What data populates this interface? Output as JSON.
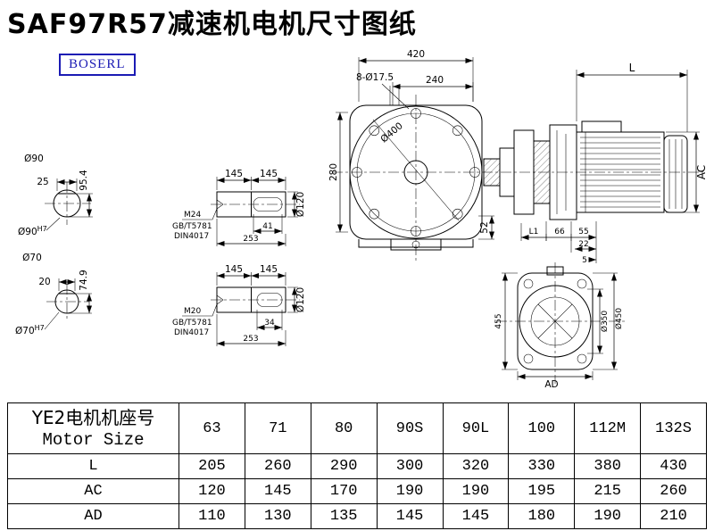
{
  "title": "SAF97R57减速机电机尺寸图纸",
  "logo": "BOSERL",
  "drawing": {
    "top_view": {
      "width": "420",
      "holes": "8-Ø17.5",
      "inner_width": "240",
      "flange_dia": "Ø400",
      "height": "280",
      "foot": "52"
    },
    "motor": {
      "length": "L",
      "height": "AC"
    },
    "coupling_dims": {
      "l1": "L1",
      "d66": "66",
      "d55": "55",
      "d22": "22",
      "d5": "5"
    },
    "shaft_end_large": {
      "dia": "Ø90",
      "key_width": "25",
      "key_height": "95.4",
      "bore": "Ø90",
      "bore_tol": "H7"
    },
    "shaft_end_small": {
      "dia": "Ø70",
      "key_width": "20",
      "key_height": "74.9",
      "bore": "Ø70",
      "bore_tol": "H7"
    },
    "shaft_large": {
      "len_a": "145",
      "len_b": "145",
      "dia": "Ø120",
      "thread": "M24",
      "std_a": "GB/T5781",
      "std_b": "DIN4017",
      "key_len": "41",
      "total_len": "253"
    },
    "shaft_small": {
      "len_a": "145",
      "len_b": "145",
      "dia": "Ø120",
      "thread": "M20",
      "std_a": "GB/T5781",
      "std_b": "DIN4017",
      "key_len": "34",
      "total_len": "253"
    },
    "flange_view": {
      "height": "455",
      "dia_inner": "Ø350",
      "dia_outer": "Ø450",
      "width": "AD"
    }
  },
  "table": {
    "header": {
      "line1": "YE2电机机座号",
      "line2": "Motor Size"
    },
    "sizes": [
      "63",
      "71",
      "80",
      "90S",
      "90L",
      "100",
      "112M",
      "132S"
    ],
    "rows": [
      {
        "label": "L",
        "values": [
          "205",
          "260",
          "290",
          "300",
          "320",
          "330",
          "380",
          "430"
        ]
      },
      {
        "label": "AC",
        "values": [
          "120",
          "145",
          "170",
          "190",
          "190",
          "195",
          "215",
          "260"
        ]
      },
      {
        "label": "AD",
        "values": [
          "110",
          "130",
          "135",
          "145",
          "145",
          "180",
          "190",
          "210"
        ]
      }
    ]
  }
}
